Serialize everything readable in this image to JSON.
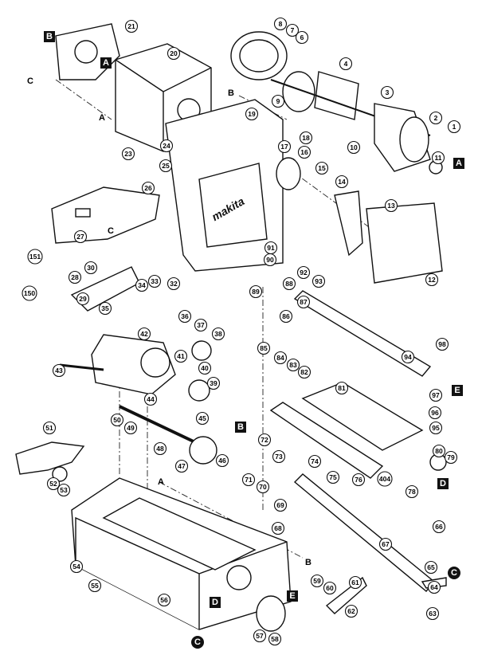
{
  "diagram": {
    "brand_label": "makita",
    "part_callouts": [
      "21",
      "20",
      "8",
      "7",
      "6",
      "4",
      "3",
      "2",
      "1",
      "9",
      "19",
      "18",
      "10",
      "11",
      "24",
      "23",
      "25",
      "17",
      "16",
      "15",
      "14",
      "13",
      "26",
      "27",
      "151",
      "12",
      "91",
      "90",
      "92",
      "93",
      "89",
      "88",
      "87",
      "86",
      "28",
      "30",
      "29",
      "150",
      "35",
      "32",
      "33",
      "34",
      "36",
      "37",
      "38",
      "42",
      "41",
      "40",
      "39",
      "43",
      "44",
      "85",
      "84",
      "83",
      "82",
      "94",
      "98",
      "97",
      "96",
      "95",
      "81",
      "45",
      "50",
      "49",
      "48",
      "47",
      "46",
      "51",
      "72",
      "73",
      "74",
      "71",
      "70",
      "75",
      "76",
      "404",
      "80",
      "79",
      "78",
      "69",
      "68",
      "52",
      "53",
      "67",
      "66",
      "65",
      "64",
      "63",
      "54",
      "55",
      "56",
      "59",
      "60",
      "61",
      "62",
      "57",
      "58"
    ],
    "reference_markers": [
      "B",
      "C",
      "A",
      "A",
      "B",
      "A",
      "C",
      "E",
      "B",
      "D",
      "A",
      "B",
      "C",
      "D",
      "E",
      "C"
    ]
  }
}
